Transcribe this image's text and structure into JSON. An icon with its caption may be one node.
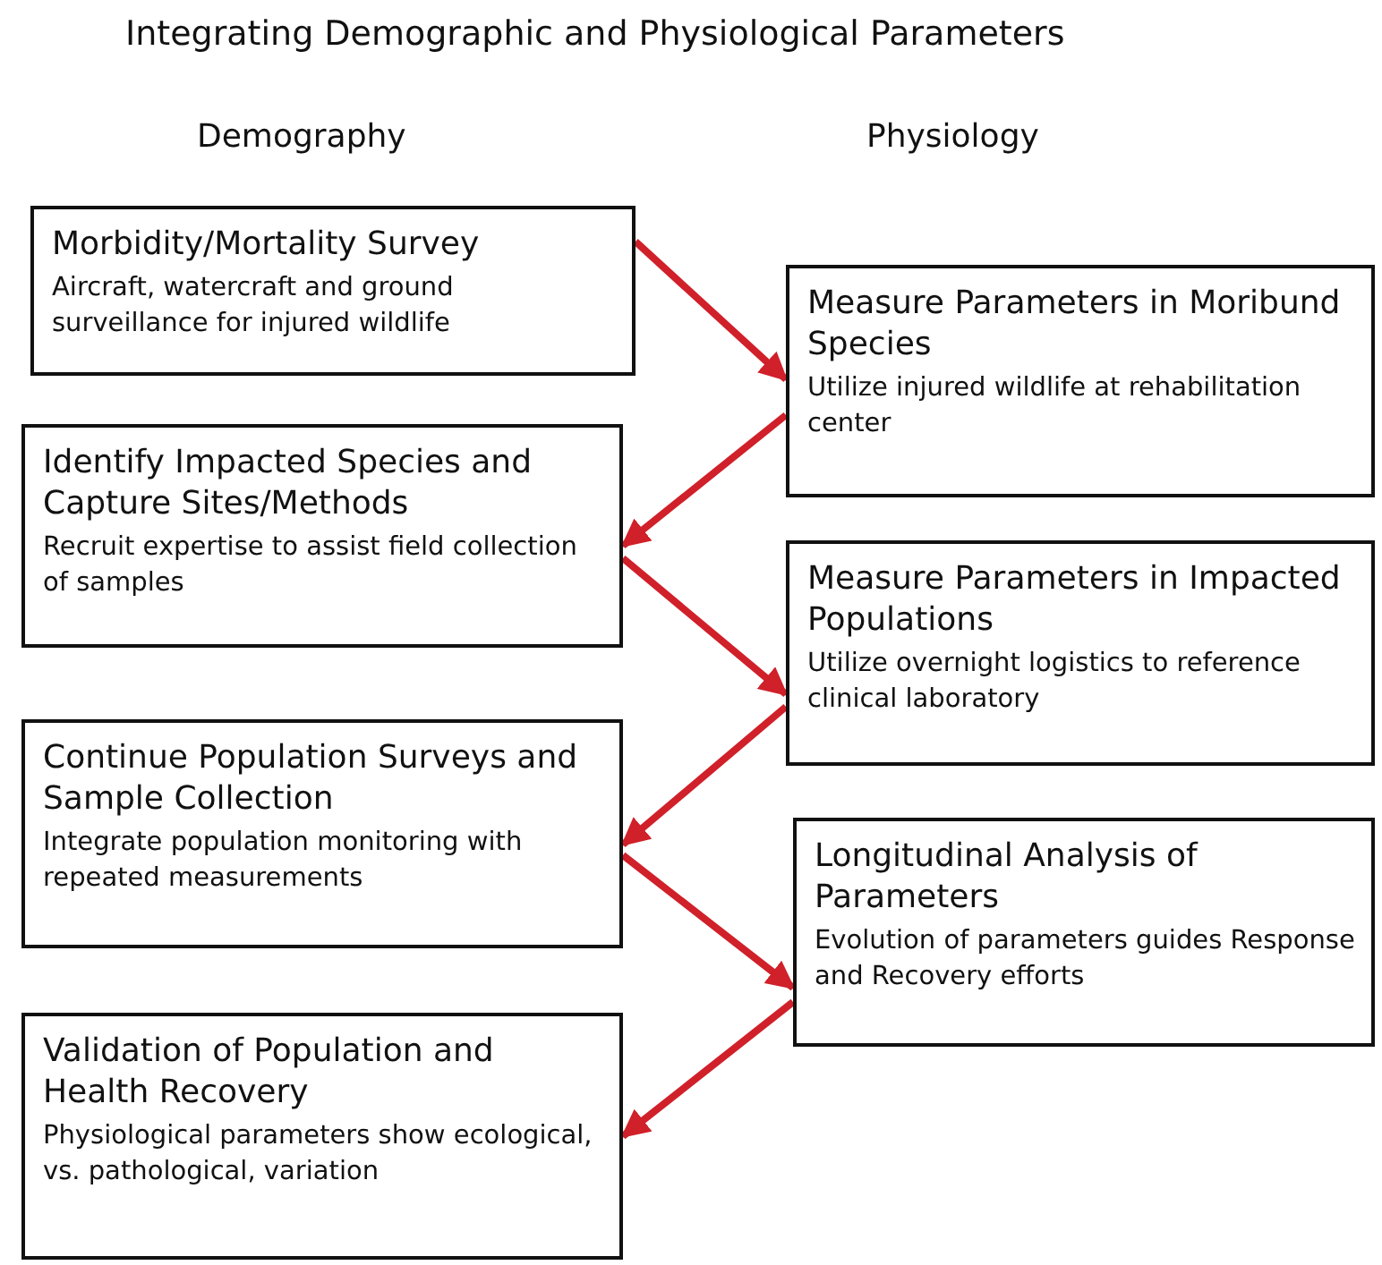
{
  "diagram": {
    "title": "Integrating Demographic and Physiological Parameters",
    "nodes": [
      {
        "text": [
          "Morbidity/Mortality Survey",
          "Aircraft, watercraft and ground surveillance for injured wildlife"
        ]
      },
      {
        "text": [
          "Measure Parameters in Moribund Species",
          "Utilize injured wildlife at rehabilitation center"
        ]
      },
      {
        "text": [
          "Identify Impacted Species and Capture Sites/Methods",
          "Recruit expertise to assist field collection of samples"
        ]
      },
      {
        "text": [
          "Measure Parameters in Impacted Populations",
          "Utilize overnight logistics to reference clinical laboratory"
        ]
      },
      {
        "text": [
          "Continue Population Surveys and Sample Collection",
          "Integrate population monitoring with repeated measurements"
        ]
      },
      {
        "text": [
          "Longitudinal Analysis of Parameters",
          "Evolution of parameters guides Response and Recovery efforts"
        ]
      },
      {
        "text": [
          "Validation of Population and Health Recovery",
          "Physiological parameters show ecological, vs. pathological, variation"
        ]
      }
    ],
    "edges": [
      {
        "from": 0,
        "to": 1,
        "arrow": "to"
      },
      {
        "from": 1,
        "to": 2,
        "arrow": "to"
      },
      {
        "from": 2,
        "to": 3,
        "arrow": "to"
      },
      {
        "from": 3,
        "to": 4,
        "arrow": "to"
      },
      {
        "from": 4,
        "to": 5,
        "arrow": "to"
      },
      {
        "from": 5,
        "to": 6,
        "arrow": "to"
      }
    ],
    "labels": [
      "Demography",
      "Physiology"
    ]
  }
}
